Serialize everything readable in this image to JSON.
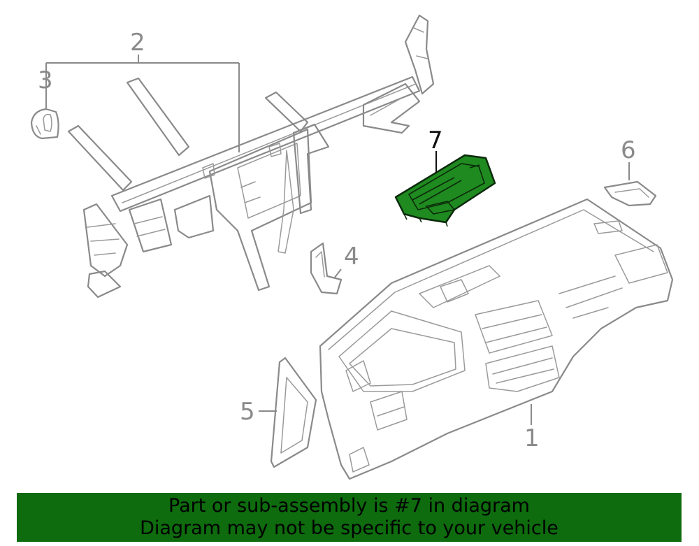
{
  "callouts": {
    "c1": "1",
    "c2": "2",
    "c3": "3",
    "c4": "4",
    "c5": "5",
    "c6": "6",
    "c7": "7"
  },
  "highlighted_part": "7",
  "banner": {
    "line1": "Part or sub-assembly is #7 in diagram",
    "line2": "Diagram may not be specific to your vehicle"
  },
  "colors": {
    "highlight": "#1f8a1f",
    "banner": "#0e6b0e",
    "line_art": "#8a8a8a"
  }
}
